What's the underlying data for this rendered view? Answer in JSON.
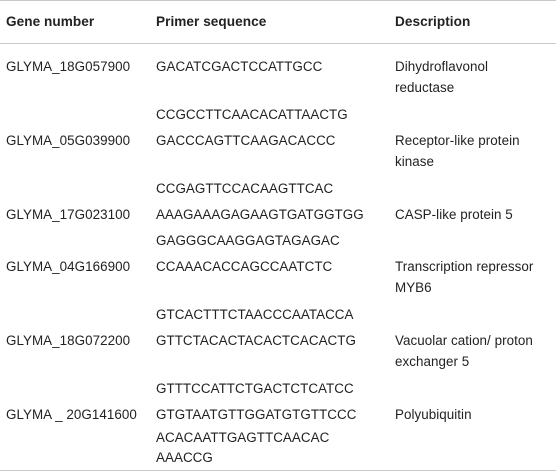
{
  "table": {
    "headers": {
      "gene": "Gene number",
      "primer": "Primer sequence",
      "description": "Description"
    },
    "rows": [
      {
        "gene": "GLYMA_18G057900",
        "forward": "GACATCGACTCCATTGCC",
        "reverse": "CCGCCTTCAACACATTAACTG",
        "description_lines": [
          "Dihydroflavonol",
          "reductase"
        ]
      },
      {
        "gene": "GLYMA_05G039900",
        "forward": "GACCCAGTTCAAGACACCC",
        "reverse": "CCGAGTTCCACAAGTTCAC",
        "description_lines": [
          "Receptor-like protein",
          "kinase"
        ]
      },
      {
        "gene": "GLYMA_17G023100",
        "forward": "AAAGAAAGAGAAGTGATGGTGG",
        "reverse": "GAGGGCAAGGAGTAGAGAC",
        "description_lines": [
          "CASP-like protein 5"
        ]
      },
      {
        "gene": "GLYMA_04G166900",
        "forward": "CCAAACACCAGCCAATCTC",
        "reverse": "GTCACTTTCTAACCCAATACCA",
        "description_lines": [
          "Transcription repressor",
          "MYB6"
        ]
      },
      {
        "gene": "GLYMA_18G072200",
        "forward": "GTTCTACACTACACTCACACTG",
        "reverse": "GTTTCCATTCTGACTCTCATCC",
        "description_lines": [
          "Vacuolar cation/ proton",
          "exchanger 5"
        ]
      },
      {
        "gene": "GLYMA _ 20G141600",
        "forward": "GTGTAATGTTGGATGTGTTCCC",
        "reverse_lines": [
          "ACACAATTGAGTTCAACAC",
          "AAACCG"
        ],
        "description_lines": [
          "Polyubiquitin"
        ]
      }
    ]
  }
}
